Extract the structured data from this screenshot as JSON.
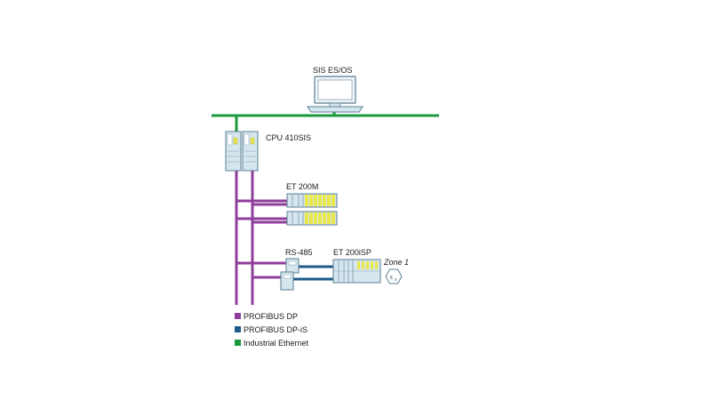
{
  "labels": {
    "sis": "SIS ES/OS",
    "cpu": "CPU 410SIS",
    "et200m": "ET 200M",
    "rs485": "RS-485",
    "et200isp": "ET 200iSP",
    "zone": "Zone 1"
  },
  "legend": [
    {
      "label": "PROFIBUS DP",
      "color": "#8f3f9b"
    },
    {
      "label": "PROFIBUS DP-iS",
      "color": "#1f5a8b"
    },
    {
      "label": "Industrial Ethernet",
      "color": "#1a9a3c"
    }
  ],
  "colors": {
    "profibus_dp": "#8f3f9b",
    "profibus_dp_is": "#1f5a8b",
    "industrial_ethernet": "#1a9a3c",
    "device_fill": "#d6e6ef",
    "device_stroke": "#5a7f93",
    "module_yellow": "#e8e84a"
  }
}
